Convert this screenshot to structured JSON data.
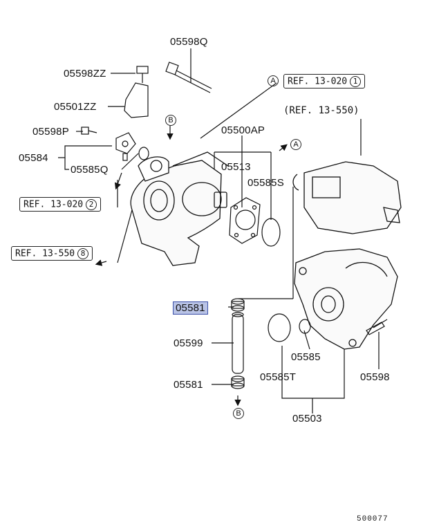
{
  "parts": {
    "p05598Q": "05598Q",
    "p05598ZZ": "05598ZZ",
    "p05501ZZ": "05501ZZ",
    "p05598P": "05598P",
    "p05584": "05584",
    "p05585Q": "05585Q",
    "p05500AP": "05500AP",
    "p05513": "05513",
    "p05585S": "05585S",
    "p05581_top": "05581",
    "p05599": "05599",
    "p05581_bottom": "05581",
    "p05585": "05585",
    "p05585T": "05585T",
    "p05598": "05598",
    "p05503": "05503"
  },
  "refs": {
    "ref_top_right": {
      "text": "REF. 13-020",
      "num": "1"
    },
    "ref_right": {
      "text": "(REF. 13-550)"
    },
    "ref_left_top": {
      "text": "REF. 13-020",
      "num": "2"
    },
    "ref_left_bottom": {
      "text": "REF. 13-550",
      "num": "8"
    }
  },
  "markers": {
    "A": "A",
    "B": "B"
  },
  "diagram_code": "500077",
  "colors": {
    "highlight_fill": "#b9c3e6",
    "highlight_border": "#3a4fa8"
  }
}
